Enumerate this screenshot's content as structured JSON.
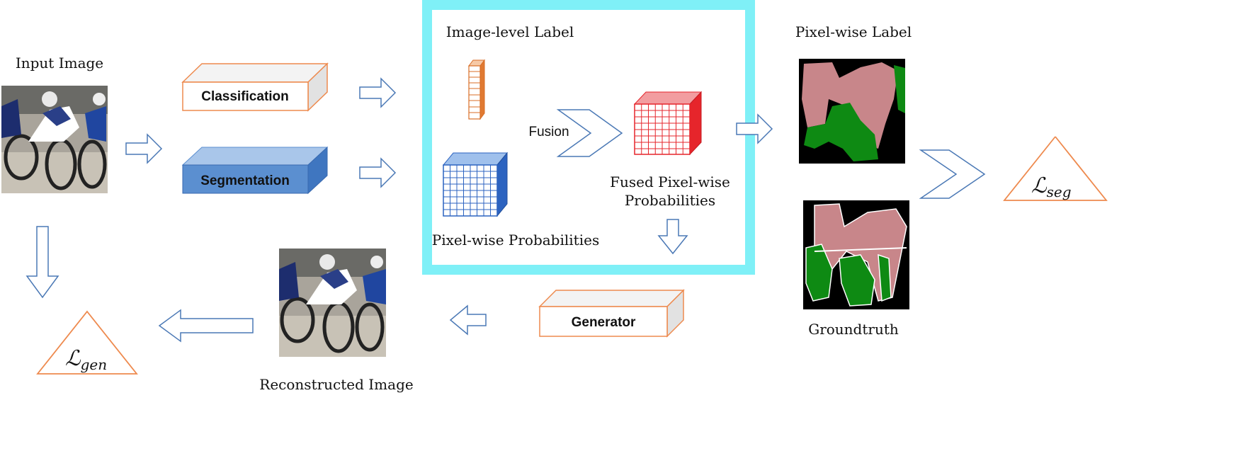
{
  "labels": {
    "input_image": "Input Image",
    "classification": "Classification",
    "segmentation": "Segmentation",
    "image_level_label": "Image-level Label",
    "fusion": "Fusion",
    "fused_line1": "Fused Pixel-wise",
    "fused_line2": "Probabilities",
    "pixel_wise_probabilities": "Pixel-wise Probabilities",
    "pixel_wise_label": "Pixel-wise Label",
    "groundtruth": "Groundtruth",
    "generator": "Generator",
    "reconstructed_image": "Reconstructed Image"
  },
  "losses": {
    "seg_main": "ℒ",
    "seg_sub": "seg",
    "gen_main": "ℒ",
    "gen_sub": "gen"
  },
  "colors": {
    "orange": "#ee8a4e",
    "blue_box": "#5b8fd0",
    "blue_box_top": "#a9c6ea",
    "cyan_frame": "#7ff0f7",
    "arrow": "#4a78b5",
    "red_cube": "#e6252b",
    "grid_blue": "#2c63c0",
    "mask_pink": "#c8868a",
    "mask_green": "#0e8a13"
  },
  "icons": {
    "photo": "cyclists-photo",
    "mask": "segmentation-mask"
  }
}
